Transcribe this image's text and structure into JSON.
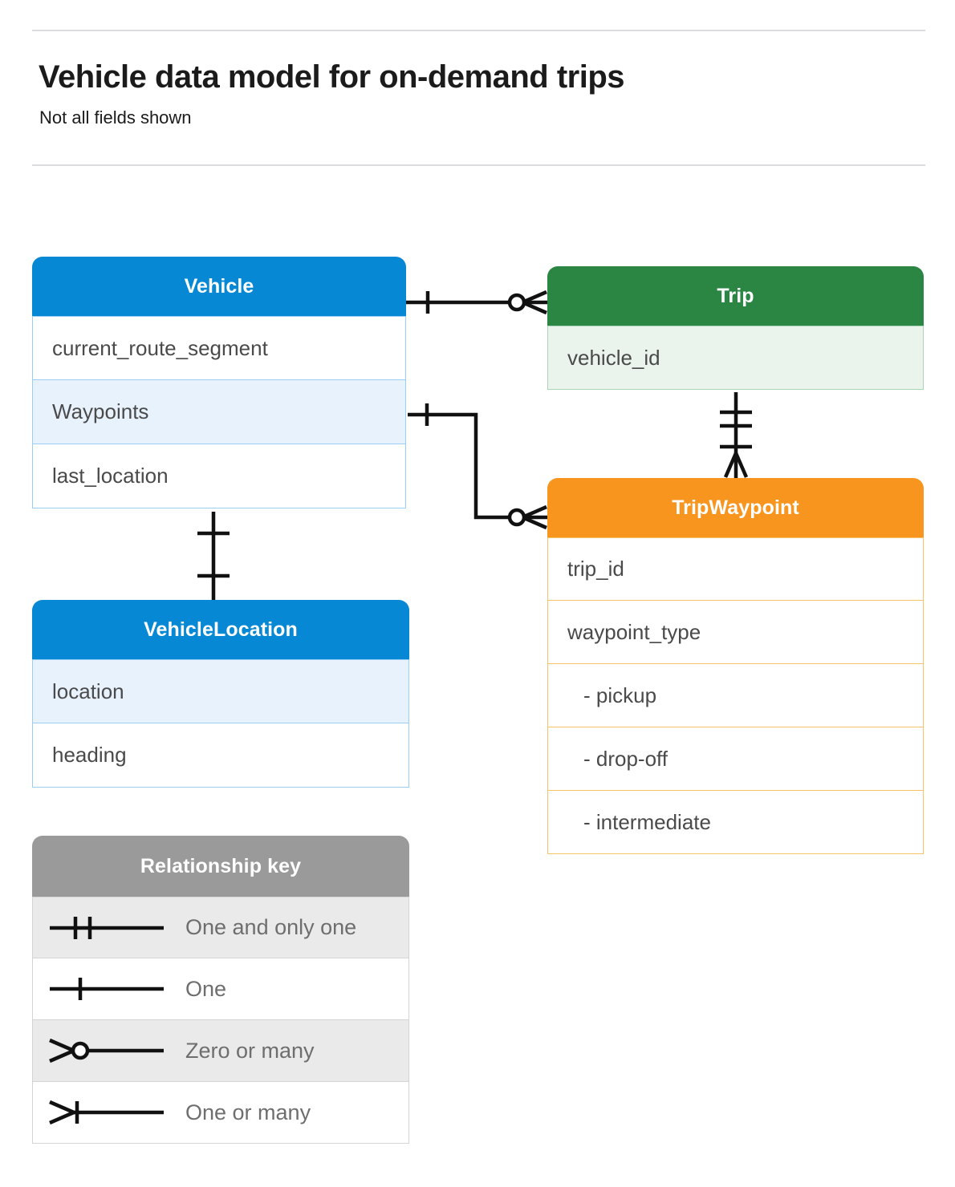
{
  "header": {
    "title": "Vehicle data model for on-demand trips",
    "subtitle": "Not all fields shown"
  },
  "entities": [
    {
      "id": "vehicle",
      "name": "Vehicle",
      "color": "#0788d4",
      "rows": [
        {
          "label": "current_route_segment",
          "highlighted": false
        },
        {
          "label": "Waypoints",
          "highlighted": true
        },
        {
          "label": "last_location",
          "highlighted": false
        }
      ]
    },
    {
      "id": "vehicle-location",
      "name": "VehicleLocation",
      "color": "#0788d4",
      "rows": [
        {
          "label": "location",
          "highlighted": true
        },
        {
          "label": "heading",
          "highlighted": false
        }
      ]
    },
    {
      "id": "trip",
      "name": "Trip",
      "color": "#2b8644",
      "rows": [
        {
          "label": "vehicle_id",
          "highlighted": true
        }
      ]
    },
    {
      "id": "tripwaypoint",
      "name": "TripWaypoint",
      "color": "#f7951f",
      "rows": [
        {
          "label": "trip_id",
          "highlighted": true
        },
        {
          "label": "waypoint_type",
          "highlighted": false
        },
        {
          "label": "-  pickup",
          "highlighted": true
        },
        {
          "label": "-  drop-off",
          "highlighted": false
        },
        {
          "label": "-  intermediate",
          "highlighted": true
        }
      ]
    }
  ],
  "legend": {
    "title": "Relationship key",
    "color": "#9a9a9a",
    "rows": [
      {
        "symbol": "one-and-only-one",
        "label": "One and only one"
      },
      {
        "symbol": "one",
        "label": "One"
      },
      {
        "symbol": "zero-or-many",
        "label": "Zero or many"
      },
      {
        "symbol": "one-or-many",
        "label": "One or many"
      }
    ]
  },
  "relationships": [
    {
      "from": "Vehicle",
      "to": "Trip",
      "from_cardinality": "one",
      "to_cardinality": "zero-or-many"
    },
    {
      "from": "Vehicle.Waypoints",
      "to": "TripWaypoint",
      "from_cardinality": "one",
      "to_cardinality": "zero-or-many"
    },
    {
      "from": "Vehicle",
      "to": "VehicleLocation",
      "from_cardinality": "one",
      "to_cardinality": "one"
    },
    {
      "from": "Trip",
      "to": "TripWaypoint",
      "from_cardinality": "one-and-only-one",
      "to_cardinality": "one-or-many"
    }
  ]
}
